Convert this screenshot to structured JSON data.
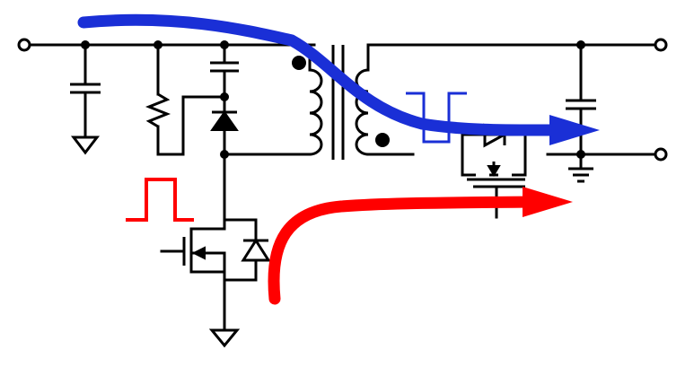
{
  "diagram": {
    "type": "flyback-converter-with-synchronous-rectifier",
    "colors": {
      "wire": "#000000",
      "primary_energy_flow": "#1a2fd6",
      "gate_drive_flow": "#ff0000",
      "primary_gate_pulse": "#ff0000",
      "secondary_gate_pulse": "#1a2fd6"
    },
    "components": [
      "input-terminal-top",
      "input-capacitor",
      "snubber-resistor",
      "snubber-capacitor",
      "snubber-diode",
      "flyback-transformer",
      "primary-mosfet",
      "primary-body-diode",
      "sync-rectifier-mosfet",
      "sync-rectifier-body-diode",
      "output-capacitor",
      "output-terminal-top",
      "output-terminal-bottom"
    ],
    "arrows": [
      "primary-energy-flow-arrow",
      "gate-drive-flow-arrow"
    ],
    "waveforms": [
      "primary-gate-pulse",
      "secondary-gate-pulse"
    ]
  }
}
